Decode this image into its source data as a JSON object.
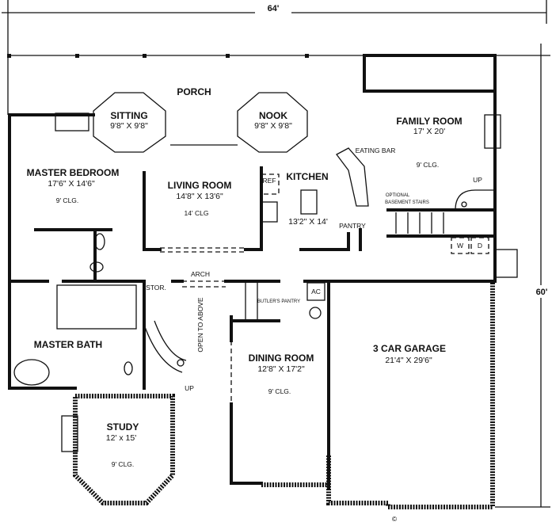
{
  "overall": {
    "width": "64'",
    "depth": "60'"
  },
  "rooms": {
    "porch": {
      "name": "PORCH"
    },
    "sitting": {
      "name": "SITTING",
      "size": "9'8\" X 9'8\""
    },
    "nook": {
      "name": "NOOK",
      "size": "9'8\" X 9'8\""
    },
    "family": {
      "name": "FAMILY ROOM",
      "size": "17' X 20'",
      "ceiling": "9' CLG."
    },
    "master_bedroom": {
      "name": "MASTER BEDROOM",
      "size": "17'6\" X 14'6\"",
      "ceiling": "9' CLG."
    },
    "living": {
      "name": "LIVING ROOM",
      "size": "14'8\" X 13'6\"",
      "ceiling": "14' CLG"
    },
    "kitchen": {
      "name": "KITCHEN",
      "size": "13'2\" X 14'"
    },
    "master_bath": {
      "name": "MASTER BATH"
    },
    "dining": {
      "name": "DINING ROOM",
      "size": "12'8\" X 17'2\"",
      "ceiling": "9' CLG."
    },
    "garage": {
      "name": "3 CAR GARAGE",
      "size": "21'4\" X 29'6\""
    },
    "study": {
      "name": "STUDY",
      "size": "12' x 15'",
      "ceiling": "9' CLG."
    }
  },
  "labels": {
    "eating_bar": "EATING BAR",
    "ref": "REF",
    "pantry": "PANTRY",
    "up_family": "UP",
    "basement_stairs_1": "OPTIONAL",
    "basement_stairs_2": "BASEMENT STAIRS",
    "washer": "W",
    "dryer": "D",
    "arch": "ARCH",
    "stor": "STOR.",
    "butlers_pantry": "BUTLER'S PANTRY",
    "ac": "AC",
    "open_to_above": "OPEN TO ABOVE",
    "up_main": "UP",
    "copyright": "©"
  }
}
